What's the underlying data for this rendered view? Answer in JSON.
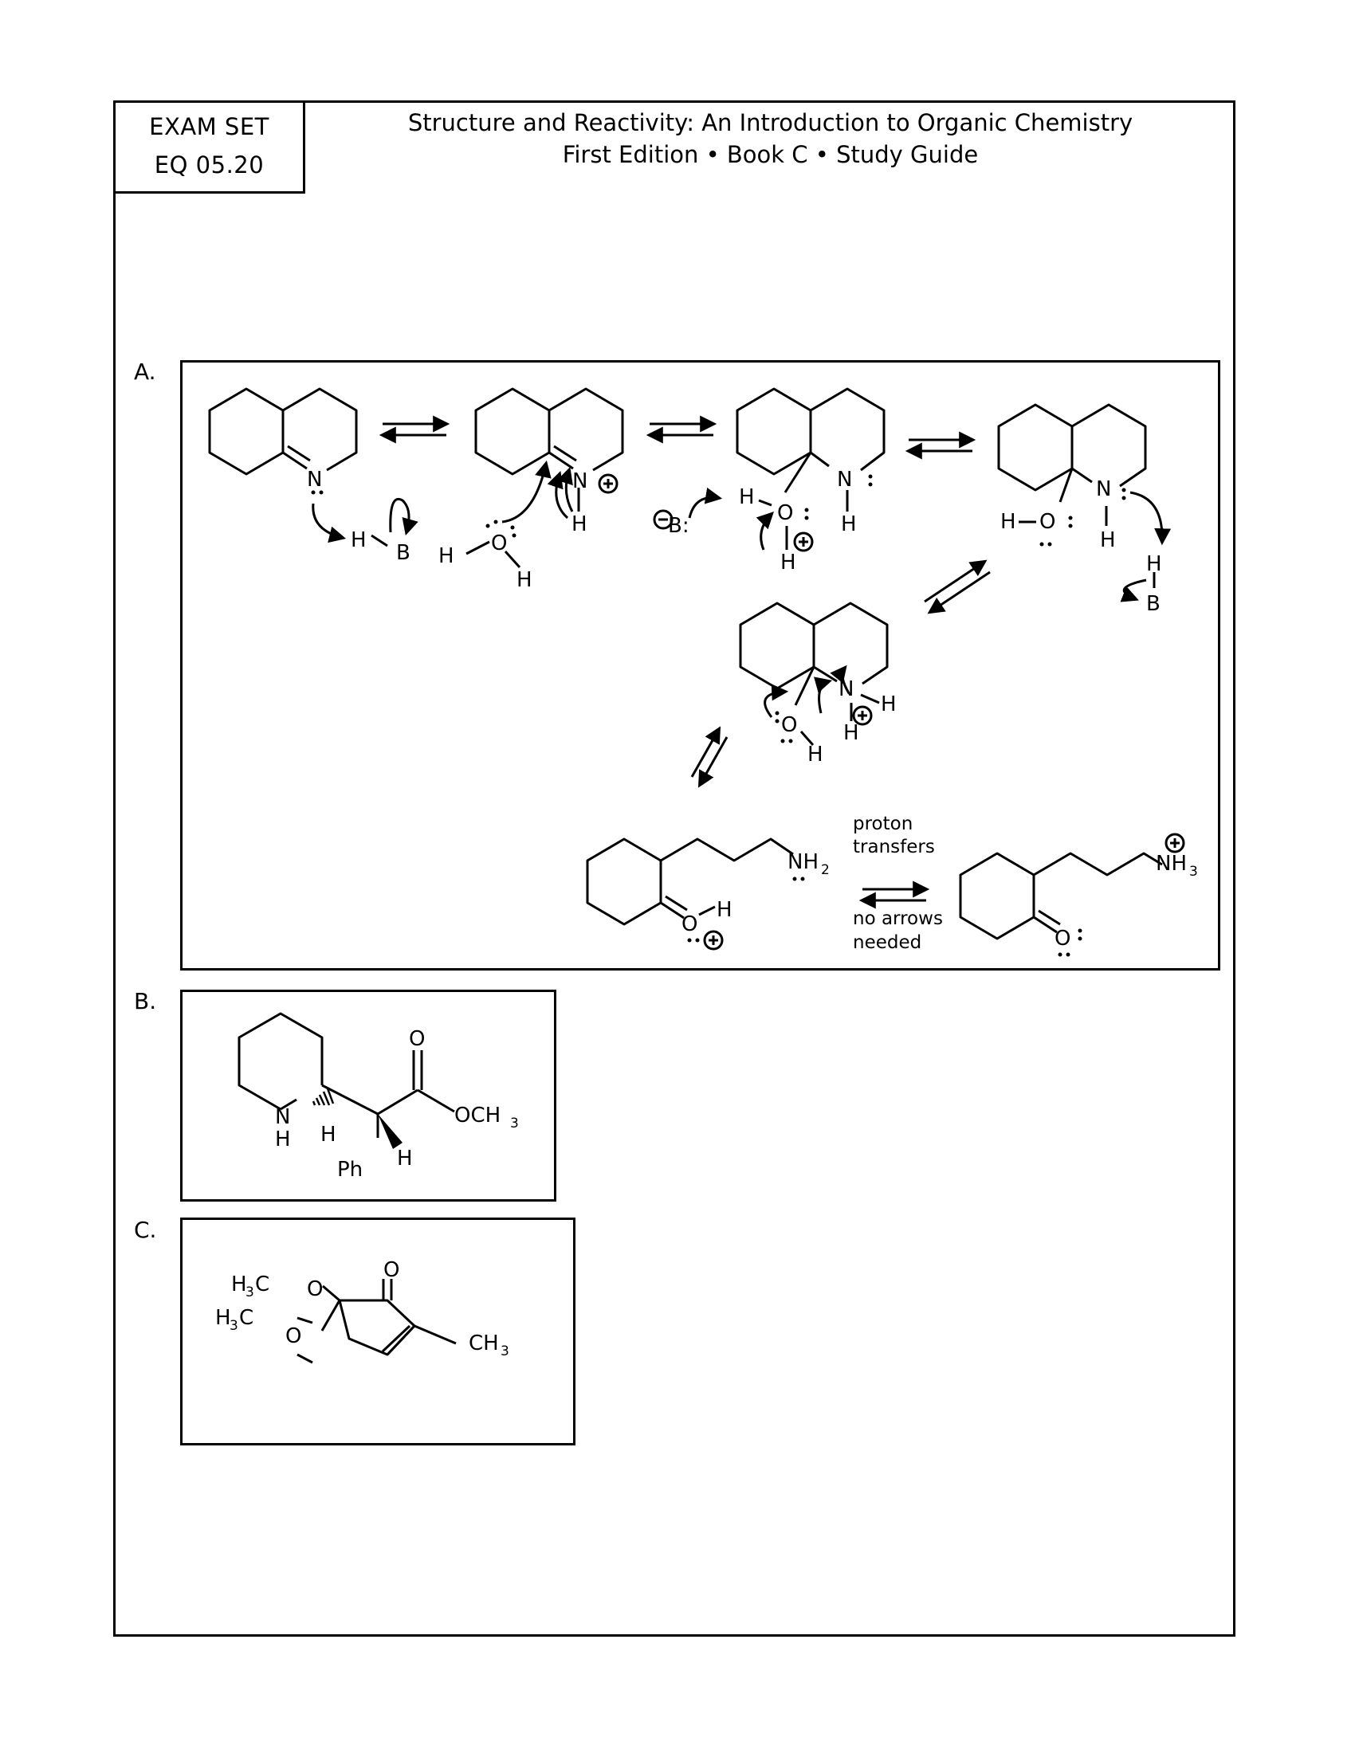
{
  "exam": {
    "line1": "EXAM SET",
    "line2": "EQ 05.20"
  },
  "header": {
    "title": "Structure and Reactivity: An Introduction to Organic Chemistry",
    "subtitle": "First Edition • Book C • Study Guide"
  },
  "sections": {
    "a": "A.",
    "b": "B.",
    "c": "C."
  },
  "atoms": {
    "N": "N",
    "O": "O",
    "H": "H",
    "B": "B",
    "B_colon": "B:",
    "NH": "NH",
    "NH_sub": "2",
    "NH3_sub": "3",
    "Ph": "Ph",
    "OCH": "OCH",
    "CH": "CH",
    "H3C_H": "H",
    "H3C_C": "C",
    "three": "3"
  },
  "notes": {
    "proton": "proton",
    "transfers": "transfers",
    "no_arrows": "no arrows",
    "needed": "needed"
  }
}
